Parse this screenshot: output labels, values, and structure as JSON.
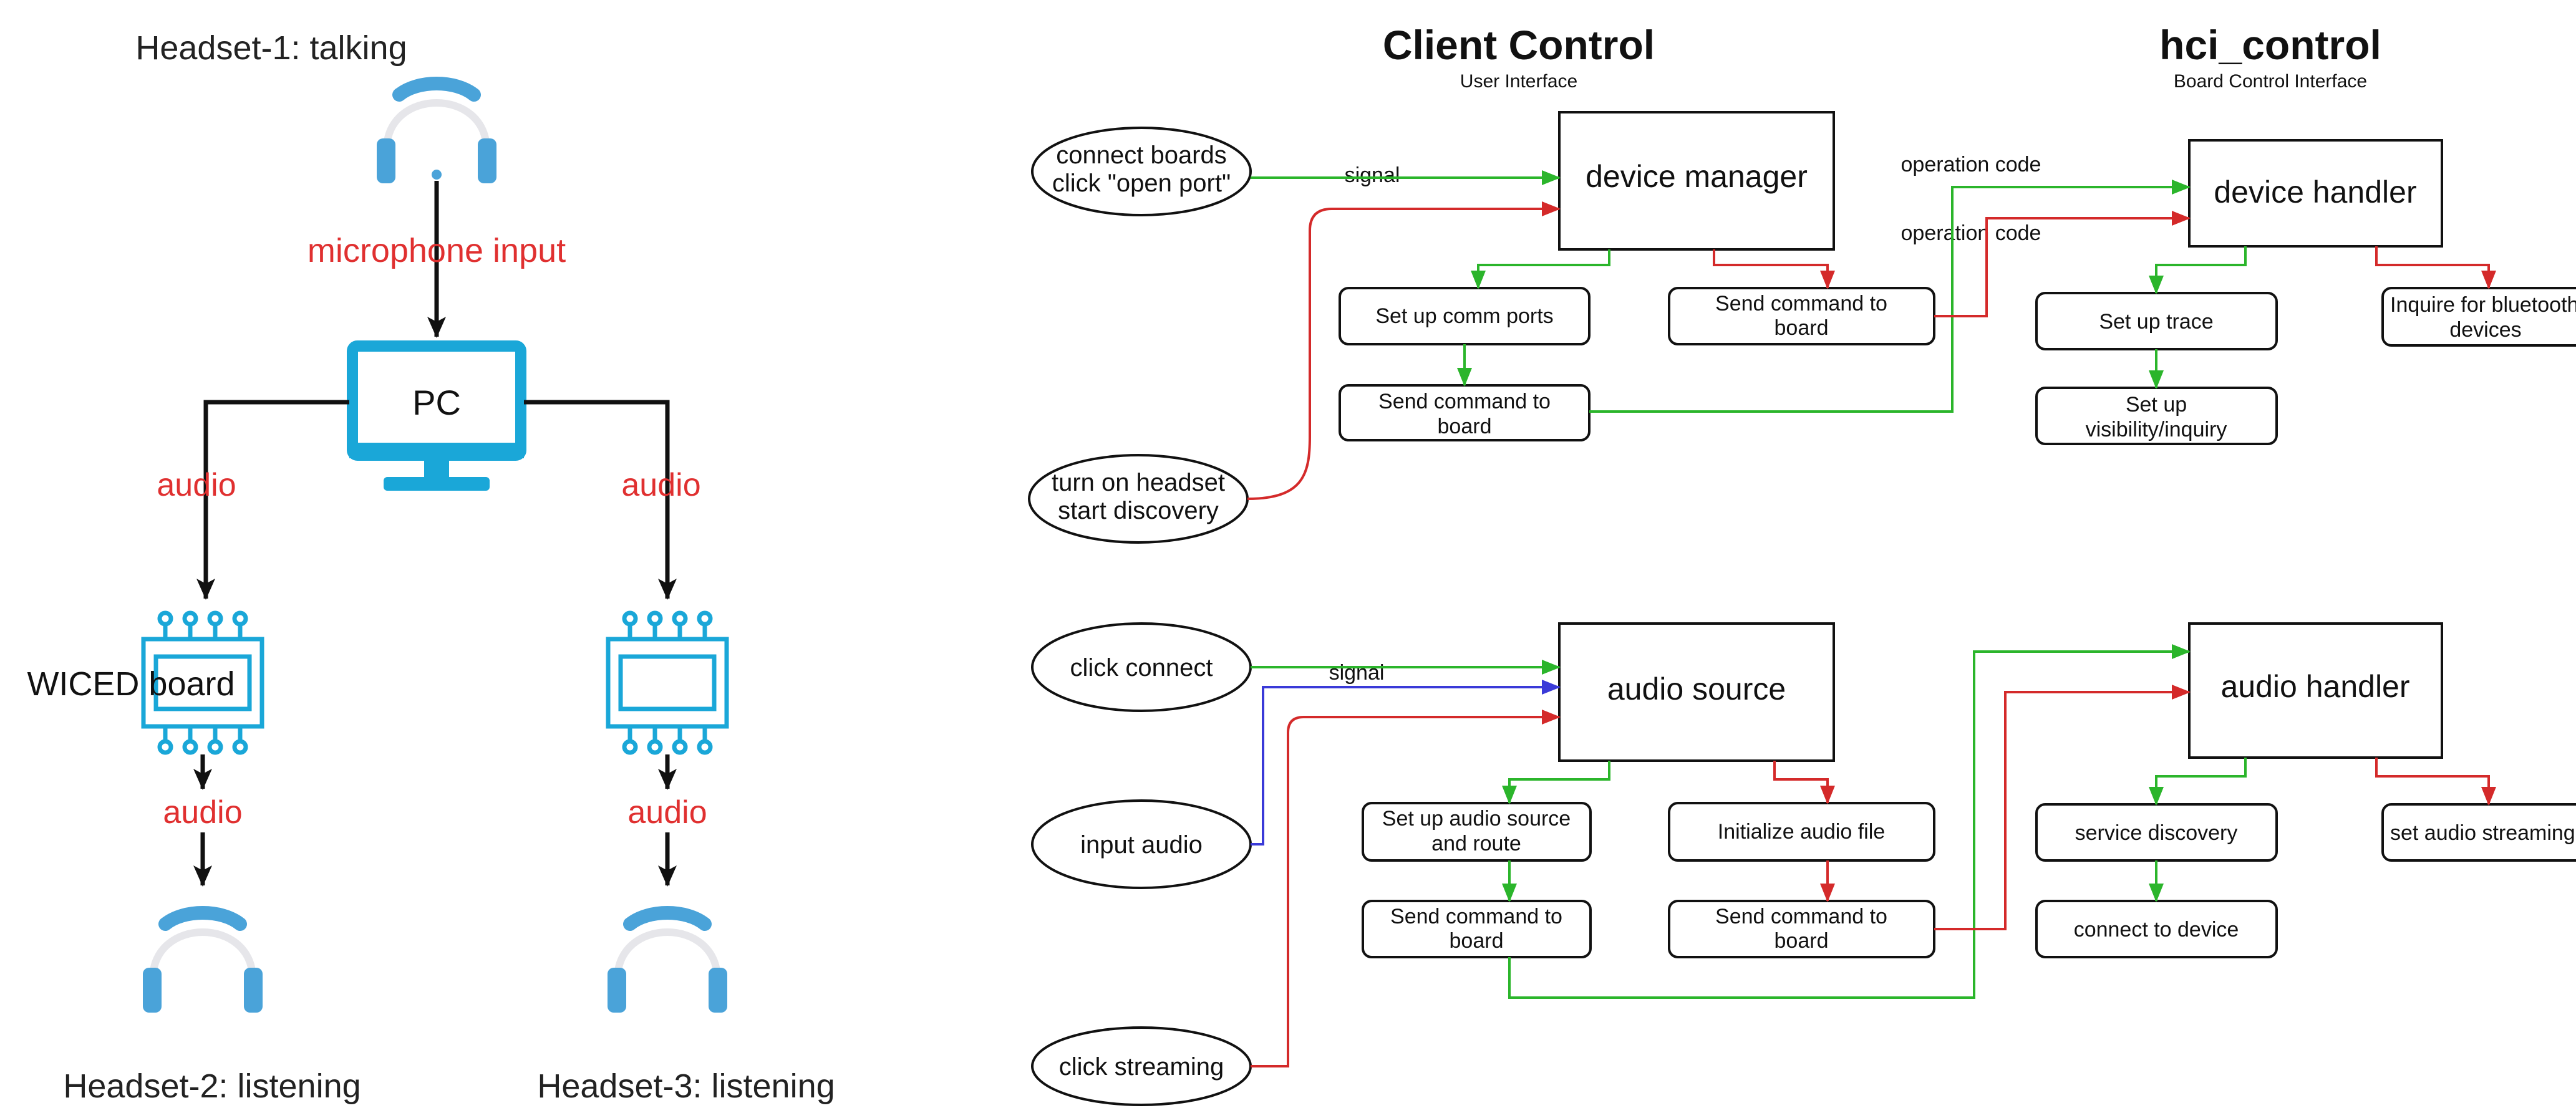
{
  "left_diagram": {
    "headset1_label": "Headset-1: talking",
    "microphone_input_label": "microphone input",
    "pc_label": "PC",
    "audio_left_label": "audio",
    "audio_right_label": "audio",
    "wiced_board_label": "WICED board",
    "audio_below_left_label": "audio",
    "audio_below_right_label": "audio",
    "headset2_label": "Headset-2: listening",
    "headset3_label": "Headset-3: listening"
  },
  "client_control": {
    "title": "Client Control",
    "subtitle": "User Interface"
  },
  "hci_control": {
    "title": "hci_control",
    "subtitle": "Board Control Interface"
  },
  "events": {
    "connect_boards_line1": "connect boards",
    "connect_boards_line2": "click \"open port\"",
    "turn_on_headset_line1": "turn on headset",
    "turn_on_headset_line2": "start discovery",
    "click_connect": "click connect",
    "input_audio": "input audio",
    "click_streaming": "click streaming"
  },
  "top_flow": {
    "device_manager": "device manager",
    "signal_label": "signal",
    "operation_code_1": "operation code",
    "operation_code_2": "operation code",
    "device_handler": "device handler",
    "set_up_comm_ports": "Set up comm ports",
    "send_command_a_line1": "Send command to",
    "send_command_a_line2": "board",
    "send_command_b_line1": "Send command to",
    "send_command_b_line2": "board",
    "set_up_trace": "Set up trace",
    "inquire_line1": "Inquire for bluetooth",
    "inquire_line2": "devices",
    "visibility_line1": "Set up",
    "visibility_line2": "visibility/inquiry"
  },
  "bottom_flow": {
    "audio_source": "audio source",
    "signal_label": "signal",
    "audio_handler": "audio handler",
    "setup_audio_line1": "Set up audio source",
    "setup_audio_line2": "and route",
    "initialize_audio_file": "Initialize audio file",
    "send_command_c_line1": "Send command to",
    "send_command_c_line2": "board",
    "send_command_d_line1": "Send command to",
    "send_command_d_line2": "board",
    "service_discovery": "service discovery",
    "set_audio_streaming": "set audio streaming",
    "connect_to_device": "connect to device"
  },
  "colors": {
    "label_red": "#e03030",
    "icon_blue": "#1aa7d8",
    "headset_blue": "#4aa3d9",
    "arrow_green": "#2bb52b",
    "arrow_red": "#d42a2a",
    "arrow_blue": "#3a3ad8"
  },
  "icons": [
    "headset-icon",
    "computer-monitor-icon",
    "circuit-board-icon"
  ]
}
